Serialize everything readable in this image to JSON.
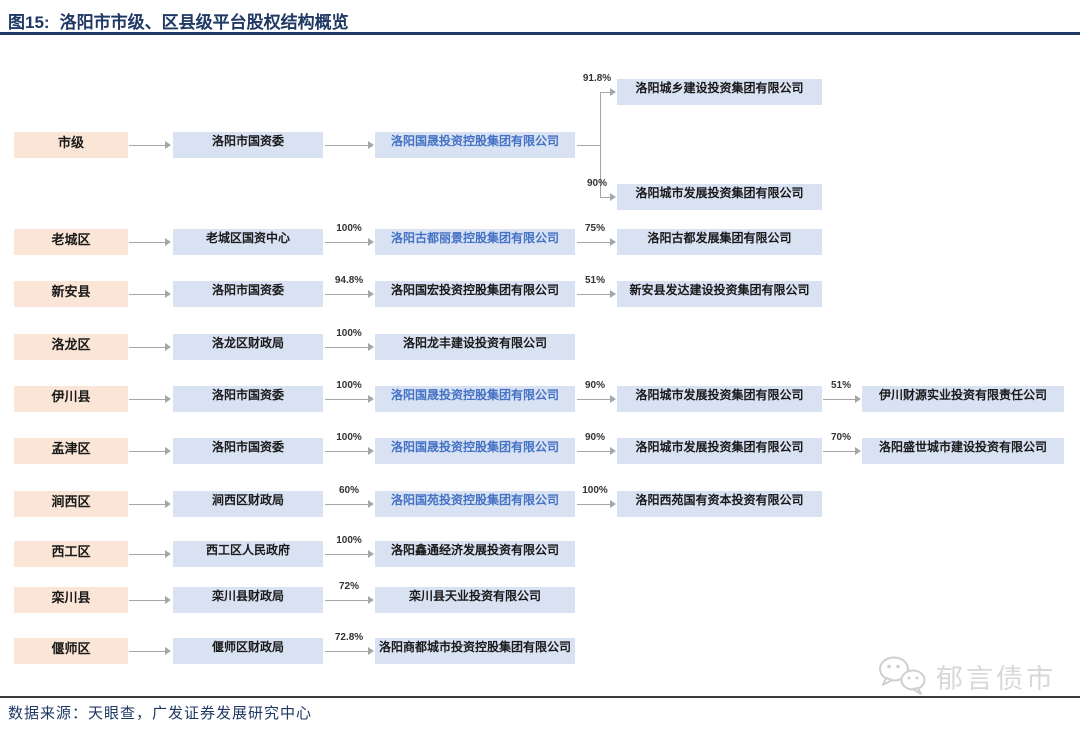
{
  "figure": {
    "fig_label": "图15:",
    "title": "洛阳市市级、区县级平台股权结构概览",
    "source": "数据来源：天眼查，广发证券发展研究中心",
    "watermark": {
      "icon": "wechat-icon",
      "text": "郁言债市"
    }
  },
  "colors": {
    "title": "#1f3864",
    "region_fill": "#fbe5d6",
    "org_fill": "#d9e2f3",
    "blue_text": "#4472c4",
    "dark_text": "#1a1a1a",
    "arrow": "#a6a6a6",
    "pct_text": "#333333",
    "watermark": "#d8d8d8"
  },
  "chart": {
    "type": "org-structure",
    "rows": [
      {
        "region": "市级",
        "holder": "洛阳市国资委",
        "pct1": "",
        "platform": "洛阳国晟投资控股集团有限公司",
        "platform_blue": true,
        "branches": [
          {
            "pct": "91.8%",
            "company": "洛阳城乡建设投资集团有限公司"
          },
          {
            "pct": "90%",
            "company": "洛阳城市发展投资集团有限公司"
          }
        ]
      },
      {
        "region": "老城区",
        "holder": "老城区国资中心",
        "pct1": "100%",
        "platform": "洛阳古都丽景控股集团有限公司",
        "platform_blue": true,
        "level2": {
          "pct": "75%",
          "company": "洛阳古都发展集团有限公司"
        }
      },
      {
        "region": "新安县",
        "holder": "洛阳市国资委",
        "pct1": "94.8%",
        "platform": "洛阳国宏投资控股集团有限公司",
        "platform_blue": false,
        "level2": {
          "pct": "51%",
          "company": "新安县发达建设投资集团有限公司"
        }
      },
      {
        "region": "洛龙区",
        "holder": "洛龙区财政局",
        "pct1": "100%",
        "platform": "洛阳龙丰建设投资有限公司",
        "platform_blue": false
      },
      {
        "region": "伊川县",
        "holder": "洛阳市国资委",
        "pct1": "100%",
        "platform": "洛阳国晟投资控股集团有限公司",
        "platform_blue": true,
        "level2": {
          "pct": "90%",
          "company": "洛阳城市发展投资集团有限公司"
        },
        "level3": {
          "pct": "51%",
          "company": "伊川财源实业投资有限责任公司"
        }
      },
      {
        "region": "孟津区",
        "holder": "洛阳市国资委",
        "pct1": "100%",
        "platform": "洛阳国晟投资控股集团有限公司",
        "platform_blue": true,
        "level2": {
          "pct": "90%",
          "company": "洛阳城市发展投资集团有限公司"
        },
        "level3": {
          "pct": "70%",
          "company": "洛阳盛世城市建设投资有限公司"
        }
      },
      {
        "region": "涧西区",
        "holder": "涧西区财政局",
        "pct1": "60%",
        "platform": "洛阳国苑投资控股集团有限公司",
        "platform_blue": true,
        "level2": {
          "pct": "100%",
          "company": "洛阳西苑国有资本投资有限公司"
        }
      },
      {
        "region": "西工区",
        "holder": "西工区人民政府",
        "pct1": "100%",
        "platform": "洛阳鑫通经济发展投资有限公司",
        "platform_blue": false
      },
      {
        "region": "栾川县",
        "holder": "栾川县财政局",
        "pct1": "72%",
        "platform": "栾川县天业投资有限公司",
        "platform_blue": false
      },
      {
        "region": "偃师区",
        "holder": "偃师区财政局",
        "pct1": "72.8%",
        "platform": "洛阳商都城市投资控股集团有限公司",
        "platform_blue": false
      }
    ]
  }
}
